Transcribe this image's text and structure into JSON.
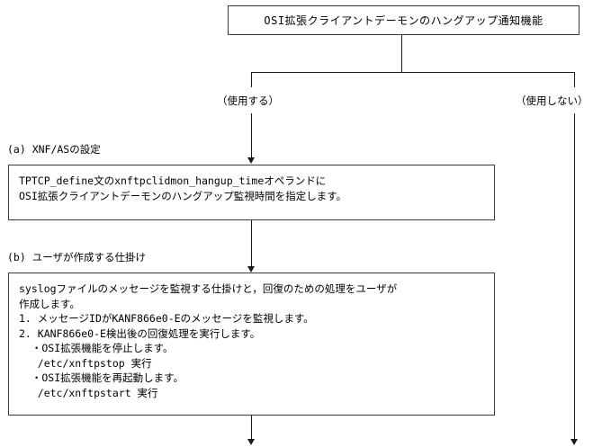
{
  "diagram": {
    "top_box": {
      "title": "OSI拡張クライアントデーモンのハングアップ通知機能"
    },
    "branches": [
      {
        "label": "（使用する）"
      },
      {
        "label": "（使用しない）"
      }
    ],
    "sections": [
      {
        "caption": "(a) XNF/ASの設定",
        "lines": [
          "TPTCP_define文のxnftpclidmon_hangup_timeオペランドに",
          "OSI拡張クライアントデーモンのハングアップ監視時間を指定します。"
        ]
      },
      {
        "caption": "(b) ユーザが作成する仕掛け",
        "lines": [
          "syslogファイルのメッセージを監視する仕掛けと，回復のための処理をユーザが",
          "作成します。",
          "1. メッセージIDがKANF866e0-Eのメッセージを監視します。",
          "2. KANF866e0-E検出後の回復処理を実行します。",
          "  ・OSI拡張機能を停止します。",
          "   /etc/xnftpstop 実行",
          "  ・OSI拡張機能を再起動します。",
          "   /etc/xnftpstart 実行"
        ]
      }
    ],
    "colors": {
      "line": "#1a1a1a",
      "box_border": "#3a3a3a",
      "background": "#ffffff",
      "text": "#000000"
    }
  }
}
